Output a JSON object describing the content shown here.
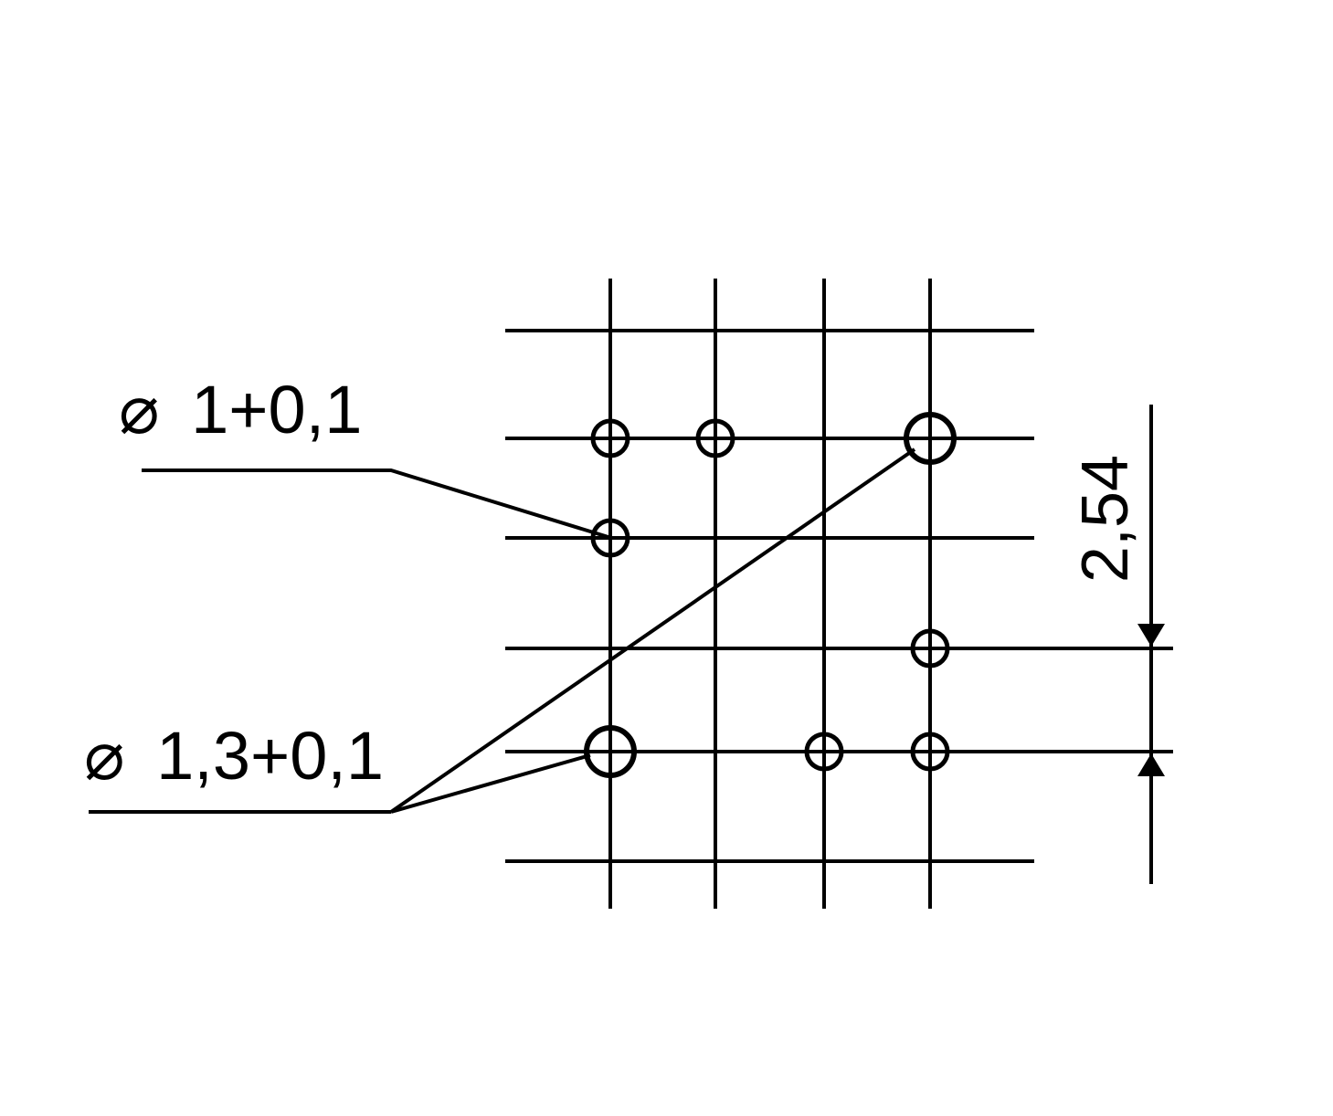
{
  "drawing": {
    "line_color": "#000000",
    "background_color": "#ffffff",
    "labels": {
      "small_hole": {
        "symbol": "⌀",
        "value": "1+0,1"
      },
      "large_hole": {
        "symbol": "⌀",
        "value": "1,3+0,1"
      }
    },
    "pitch_dimension": "2,54",
    "grid": {
      "columns": 4,
      "rows": 6
    },
    "holes": [
      {
        "col": 0,
        "row": 1,
        "type": "small"
      },
      {
        "col": 1,
        "row": 1,
        "type": "small"
      },
      {
        "col": 3,
        "row": 1,
        "type": "large"
      },
      {
        "col": 0,
        "row": 2,
        "type": "small"
      },
      {
        "col": 3,
        "row": 3,
        "type": "small"
      },
      {
        "col": 0,
        "row": 4,
        "type": "large"
      },
      {
        "col": 2,
        "row": 4,
        "type": "small"
      },
      {
        "col": 3,
        "row": 4,
        "type": "small"
      }
    ]
  }
}
